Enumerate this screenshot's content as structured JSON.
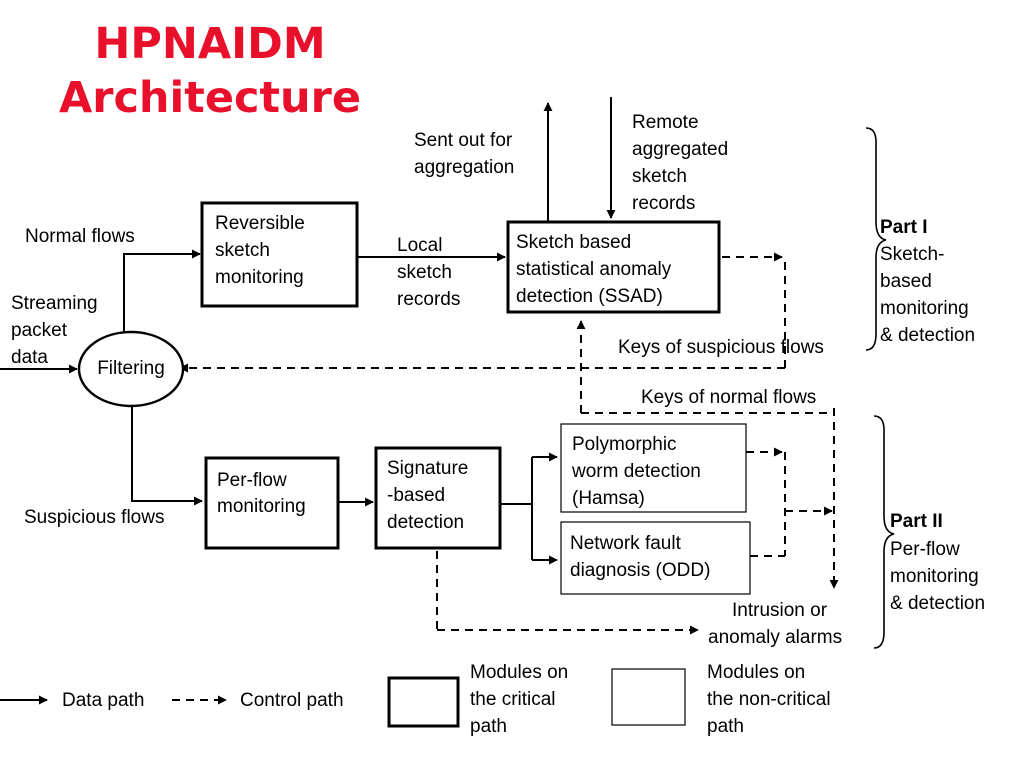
{
  "title": {
    "line1": "HPNAIDM",
    "line2": "Architecture"
  },
  "inputs": {
    "streaming": [
      "Streaming",
      "packet",
      "data"
    ],
    "normal_flows": "Normal flows",
    "suspicious_flows": "Suspicious flows"
  },
  "modules": {
    "filtering": "Filtering",
    "rsm": [
      "Reversible",
      "sketch",
      "monitoring"
    ],
    "ssad": [
      "Sketch based",
      "statistical anomaly",
      "detection (SSAD)"
    ],
    "perflow": [
      "Per-flow",
      "monitoring"
    ],
    "signature": [
      "Signature",
      "-based",
      "detection"
    ],
    "hamsa": [
      "Polymorphic",
      "worm detection",
      "(Hamsa)"
    ],
    "odd": [
      "Network fault",
      "diagnosis (ODD)"
    ]
  },
  "annotations": {
    "local_records": [
      "Local",
      "sketch",
      "records"
    ],
    "sent_out": [
      "Sent out for",
      "aggregation"
    ],
    "remote": [
      "Remote",
      "aggregated",
      "sketch",
      "records"
    ],
    "keys_suspicious": "Keys of suspicious flows",
    "keys_normal": "Keys of normal flows",
    "alarms": [
      "Intrusion or",
      "anomaly alarms"
    ]
  },
  "parts": {
    "part1": {
      "heading": "Part I",
      "desc": [
        "Sketch-",
        "based",
        "monitoring",
        "& detection"
      ]
    },
    "part2": {
      "heading": "Part II",
      "desc": [
        "Per-flow",
        "monitoring",
        "& detection"
      ]
    }
  },
  "legend": {
    "data_path": "Data path",
    "control_path": "Control path",
    "critical": [
      "Modules on",
      "the critical",
      "path"
    ],
    "noncritical": [
      "Modules on",
      "the non-critical",
      "path"
    ]
  }
}
